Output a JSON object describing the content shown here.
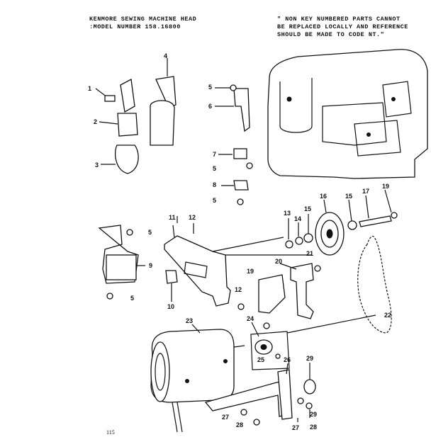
{
  "header": {
    "title_line1": "KENMORE  SEWING  MACHINE  HEAD",
    "title_line2": ":MODEL  NUMBER  158.16800",
    "note_line1": "\" NON KEY NUMBERED PARTS CANNOT",
    "note_line2": "BE REPLACED LOCALLY AND REFERENCE",
    "note_line3": "SHOULD BE MADE TO CODE NT.\""
  },
  "labels": {
    "p1": "1",
    "p2": "2",
    "p3": "3",
    "p4": "4",
    "p5a": "5",
    "p6": "6",
    "p7": "7",
    "p5b": "5",
    "p8": "8",
    "p5c": "5",
    "p5d": "5",
    "p9": "9",
    "p5e": "5",
    "p10": "10",
    "p11": "11",
    "p12a": "12",
    "p12b": "12",
    "p13": "13",
    "p14": "14",
    "p15a": "15",
    "p16": "16",
    "p15b": "15",
    "p17": "17",
    "p19a": "19",
    "p19b": "19",
    "p20": "20",
    "p21": "21",
    "p22": "22",
    "p23": "23",
    "p24": "24",
    "p25": "25",
    "p26": "26",
    "p27a": "27",
    "p27b": "27",
    "p28a": "28",
    "p28b": "28",
    "p29a": "29",
    "p29b": "29"
  },
  "page_number": "115"
}
